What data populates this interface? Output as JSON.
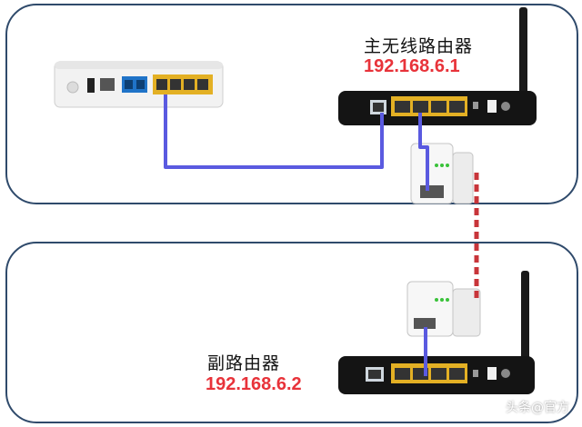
{
  "main_router": {
    "name": "主无线路由器",
    "ip": "192.168.6.1"
  },
  "sub_router": {
    "name": "副路由器",
    "ip": "192.168.6.2"
  },
  "watermark": {
    "text": "头条@官方"
  },
  "colors": {
    "panel_border": "#2f4a6b",
    "ip_text": "#e8333a",
    "ethernet_cable": "#5a5ae0",
    "powerline_link": "#c8353a",
    "lan_port": "#e3b024"
  }
}
